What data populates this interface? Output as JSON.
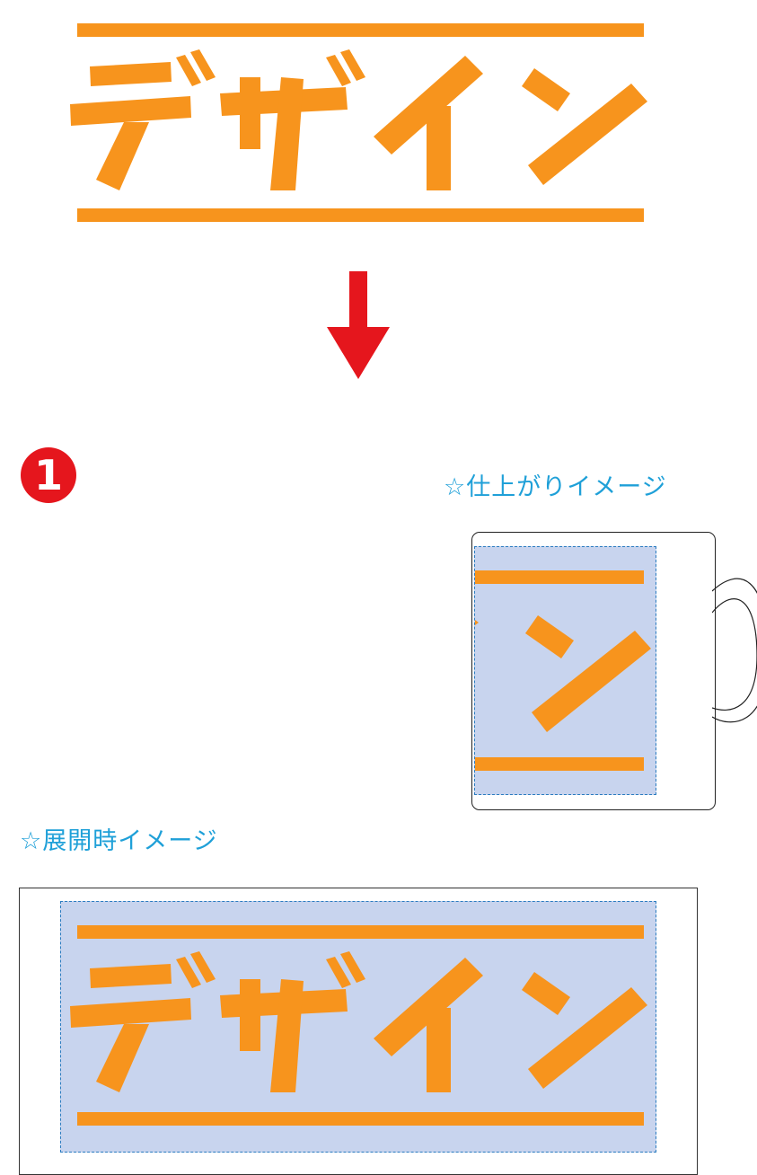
{
  "design_text": "デザイン",
  "step_number": "1",
  "labels": {
    "finished_image": "☆仕上がりイメージ",
    "unfolded_image": "☆展開時イメージ"
  },
  "colors": {
    "design_orange": "#f7941d",
    "arrow_red": "#e5161d",
    "label_blue": "#1fa0d8",
    "print_area_fill": "#c8d4ee",
    "print_area_border": "#2b7cc0"
  },
  "icons": {
    "arrow": "down-arrow-icon",
    "step": "step-number-badge"
  }
}
